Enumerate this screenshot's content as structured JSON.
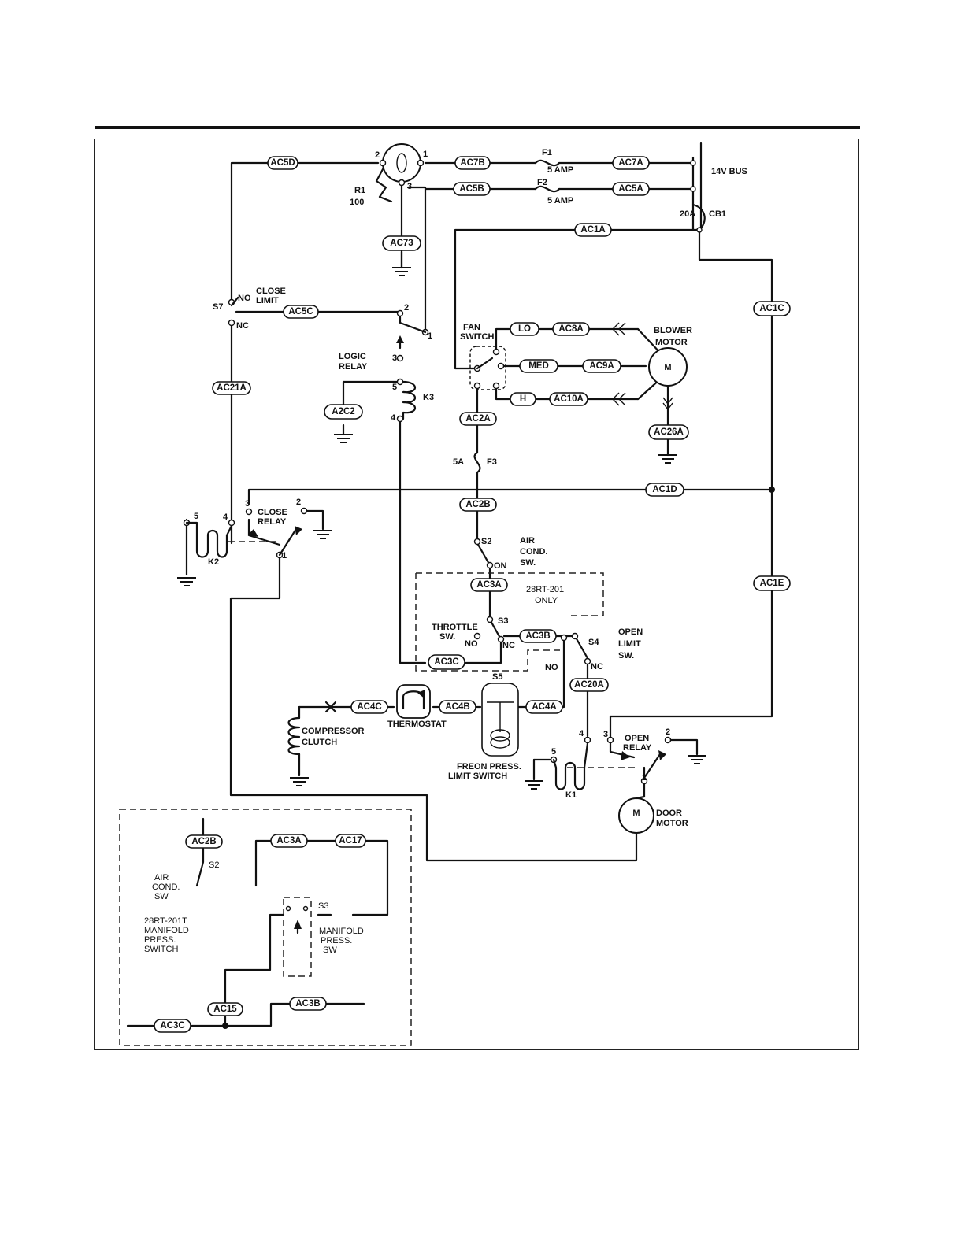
{
  "wire_tags": {
    "ac5d": "AC5D",
    "ac7b": "AC7B",
    "ac7a": "AC7A",
    "ac5b": "AC5B",
    "ac5a": "AC5A",
    "ac73": "AC73",
    "ac1a": "AC1A",
    "ac1c": "AC1C",
    "ac5c": "AC5C",
    "ac8a": "AC8A",
    "ac9a": "AC9A",
    "ac10a": "AC10A",
    "ac21a": "AC21A",
    "a2c2": "A2C2",
    "ac2a": "AC2A",
    "ac26a": "AC26A",
    "ac2b": "AC2B",
    "ac1d": "AC1D",
    "ac3a": "AC3A",
    "ac1e": "AC1E",
    "ac3b": "AC3B",
    "ac3c": "AC3C",
    "ac20a": "AC20A",
    "ac4c": "AC4C",
    "ac4b": "AC4B",
    "ac4a": "AC4A",
    "lo": "LO",
    "med": "MED",
    "hi": "H"
  },
  "inset_tags": {
    "ac2b": "AC2B",
    "ac3a": "AC3A",
    "ac17": "AC17",
    "ac15": "AC15",
    "ac3b": "AC3B",
    "ac3c": "AC3C"
  },
  "labels": {
    "r1": "R1",
    "r1_value": "100",
    "f1": "F1",
    "f1_rating": "5 AMP",
    "f2": "F2",
    "f2_rating": "5 AMP",
    "bus": "14V BUS",
    "cb1_rating": "20A",
    "cb1": "CB1",
    "s7": "S7",
    "no": "NO",
    "nc": "NC",
    "close_limit_1": "CLOSE",
    "close_limit_2": "LIMIT",
    "logic_relay_1": "LOGIC",
    "logic_relay_2": "RELAY",
    "k3": "K3",
    "fan_switch_1": "FAN",
    "fan_switch_2": "SWITCH",
    "blower_motor_1": "BLOWER",
    "blower_motor_2": "MOTOR",
    "motor_m": "M",
    "f3_rating": "5A",
    "f3": "F3",
    "close_relay_1": "CLOSE",
    "close_relay_2": "RELAY",
    "k2": "K2",
    "s2": "S2",
    "air_cond_1": "AIR",
    "air_cond_2": "COND.",
    "air_cond_3": "SW.",
    "on": "ON",
    "model_only_1": "28RT-201",
    "model_only_2": "ONLY",
    "s3": "S3",
    "throttle_1": "THROTTLE",
    "throttle_2": "SW.",
    "open_limit_1": "OPEN",
    "open_limit_2": "LIMIT",
    "open_limit_3": "SW.",
    "s4": "S4",
    "s5": "S5",
    "thermostat": "THERMOSTAT",
    "compressor_1": "COMPRESSOR",
    "compressor_2": "CLUTCH",
    "freon_1": "FREON PRESS.",
    "freon_2": "LIMIT SWITCH",
    "open_relay_1": "OPEN",
    "open_relay_2": "RELAY",
    "k1": "K1",
    "door_motor_1": "DOOR",
    "door_motor_2": "MOTOR"
  },
  "pin_numbers": {
    "p1": "1",
    "p2": "2",
    "p3": "3",
    "p4": "4",
    "p5": "5"
  },
  "inset_labels": {
    "s2": "S2",
    "air_1": "AIR",
    "air_2": "COND.",
    "air_3": "SW",
    "model_1": "28RT-201T",
    "model_2": "MANIFOLD",
    "model_3": "PRESS.",
    "model_4": "SWITCH",
    "s3": "S3",
    "manifold_1": "MANIFOLD",
    "manifold_2": "PRESS.",
    "manifold_3": "SW"
  }
}
